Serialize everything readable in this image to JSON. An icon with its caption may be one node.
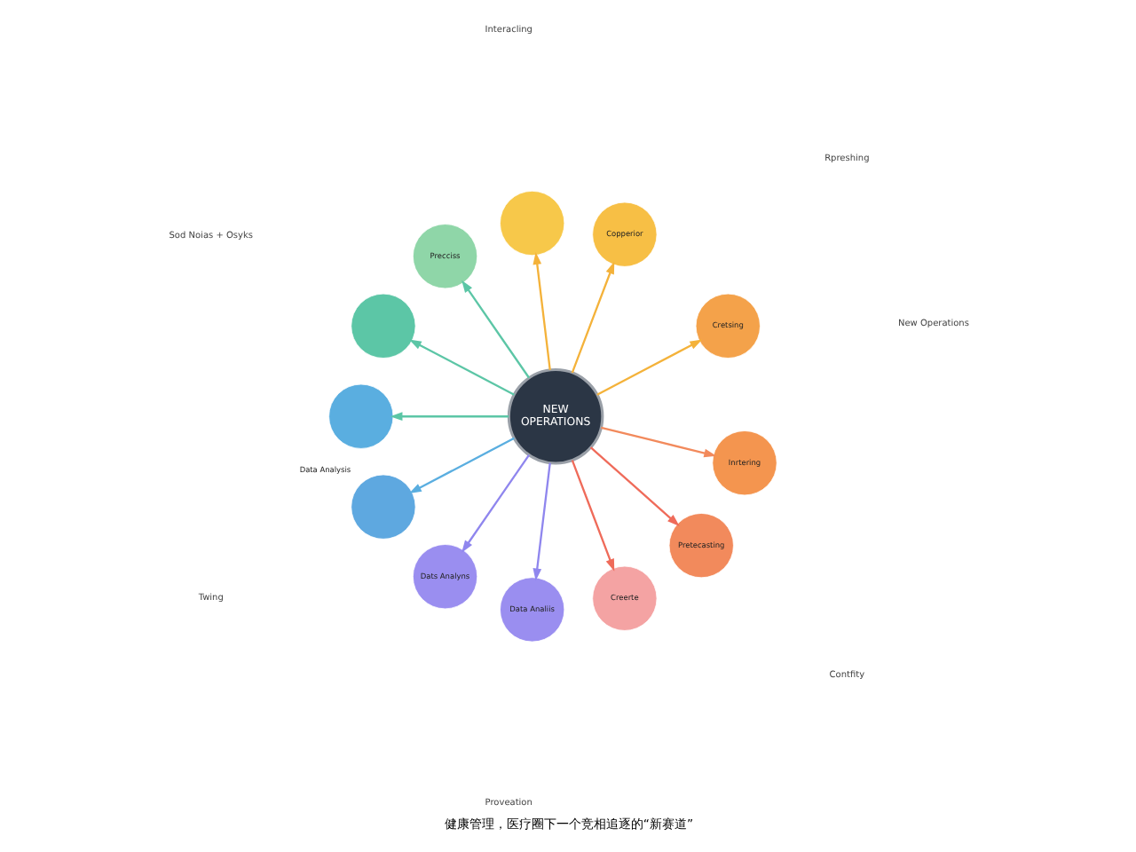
{
  "diagram": {
    "caption": "健康管理，医疗圈下一个竞相追逐的“新赛道”",
    "nodes": [
      {
        "text": [
          "NEW",
          "OPERATIONS"
        ]
      },
      {
        "text": [
          "Cretsing"
        ]
      },
      {
        "text": [
          "Copperior"
        ]
      },
      {
        "text": [],
        "shape": "circle"
      },
      {
        "text": [
          "Precciss"
        ]
      },
      {
        "text": [],
        "shape": "circle"
      },
      {
        "text": [],
        "shape": "circle"
      },
      {
        "text": [],
        "shape": "circle",
        "beside": [
          "Data Analysis"
        ]
      },
      {
        "text": [
          "Dats Analyns"
        ]
      },
      {
        "text": [
          "Data Analiis"
        ]
      },
      {
        "text": [
          "Creerte"
        ]
      },
      {
        "text": [
          "Pretecasting"
        ]
      },
      {
        "text": [
          "Inrtering"
        ]
      }
    ],
    "edges": [
      {
        "from": 0,
        "to": 1,
        "arrow": "to",
        "color": "#f4b23a"
      },
      {
        "from": 0,
        "to": 2,
        "arrow": "to",
        "color": "#f4b23a"
      },
      {
        "from": 0,
        "to": 3,
        "arrow": "to",
        "color": "#f4b23a"
      },
      {
        "from": 0,
        "to": 4,
        "arrow": "to",
        "color": "#5cc6a6"
      },
      {
        "from": 0,
        "to": 5,
        "arrow": "to",
        "color": "#5cc6a6"
      },
      {
        "from": 0,
        "to": 6,
        "arrow": "to",
        "color": "#5cc6a6"
      },
      {
        "from": 0,
        "to": 7,
        "arrow": "to",
        "color": "#5aaee0"
      },
      {
        "from": 0,
        "to": 8,
        "arrow": "to",
        "color": "#8f86ee"
      },
      {
        "from": 0,
        "to": 9,
        "arrow": "to",
        "color": "#8f86ee"
      },
      {
        "from": 0,
        "to": 10,
        "arrow": "to",
        "color": "#ef6b5a"
      },
      {
        "from": 0,
        "to": 11,
        "arrow": "to",
        "color": "#ef6b5a"
      },
      {
        "from": 0,
        "to": 12,
        "arrow": "to",
        "color": "#f28a5c"
      }
    ],
    "labels": [
      "New Operations",
      "Interacling",
      "Sod Noias + Osyks",
      "Twing",
      "Proveation",
      "Contfity",
      "Rpreshing"
    ]
  }
}
